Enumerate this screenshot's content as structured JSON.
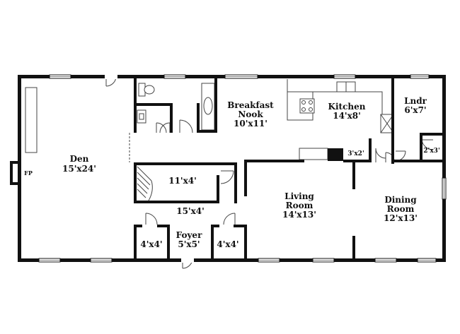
{
  "rooms": {
    "den": {
      "name": "Den",
      "dims": "15'x24'"
    },
    "breakfast": {
      "name": "Breakfast",
      "name2": "Nook",
      "dims": "10'x11'"
    },
    "kitchen": {
      "name": "Kitchen",
      "dims": "14'x8'"
    },
    "laundry": {
      "name": "Lndr",
      "dims": "6'x7'"
    },
    "closet_2x3": {
      "dims": "2'x3'"
    },
    "pantry_3x2": {
      "dims": "3'x2'"
    },
    "stair_closet": {
      "dims": "11'x4'"
    },
    "hall": {
      "dims": "15'x4'"
    },
    "living": {
      "name": "Living",
      "name2": "Room",
      "dims": "14'x13'"
    },
    "dining": {
      "name": "Dining",
      "name2": "Room",
      "dims": "12'x13'"
    },
    "foyer": {
      "name": "Foyer",
      "dims": "5'x5'"
    },
    "closet_left": {
      "dims": "4'x4'"
    },
    "closet_right": {
      "dims": "4'x4'"
    },
    "fireplace": {
      "label": "FP"
    }
  },
  "icons": [
    "toilet-icon",
    "sink-icon",
    "bathtub-icon",
    "stove-icon",
    "kitchen-sink-icon",
    "refrigerator-icon",
    "stair-icon",
    "door-swing-icon",
    "window-icon"
  ]
}
